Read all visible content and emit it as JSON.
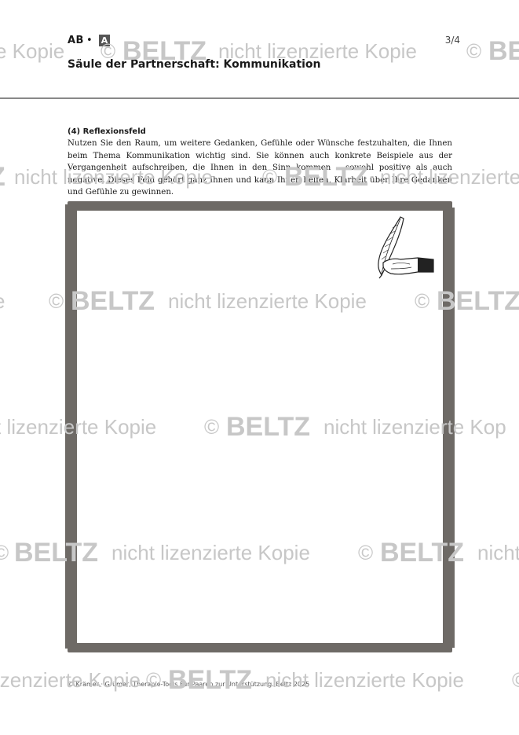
{
  "header": {
    "tag": "AB",
    "dot": "•",
    "badge": "A",
    "page": "3/4",
    "title": "Säule der Partnerschaft: Kommunikation"
  },
  "section": {
    "title": "(4) Reflexionsfeld",
    "text": "Nutzen Sie den Raum, um weitere Gedanken, Gefühle oder Wünsche festzuhalten, die Ihnen beim Thema Kommunikation wichtig sind. Sie können auch konkrete Beispiele aus der Vergangenheit aufschreiben, die Ihnen in den Sinn kommen – sowohl positive als auch negative. Dieses Feld gehört ganz Ihnen und kann Ihnen helfen, Klarheit über Ihre Gedanken und Gefühle zu gewinnen."
  },
  "footer": {
    "text": "© Krämer · Grümer, Therapie-Tools Für Paaren zur Unterstützung. Beltz 2025"
  },
  "watermark": {
    "copyright": "©",
    "brand": "BELTZ",
    "text": "nicht lizenzierte Kopie",
    "color": "#c7c7c7"
  },
  "icons": {
    "illustration": "quill-hand-icon"
  }
}
